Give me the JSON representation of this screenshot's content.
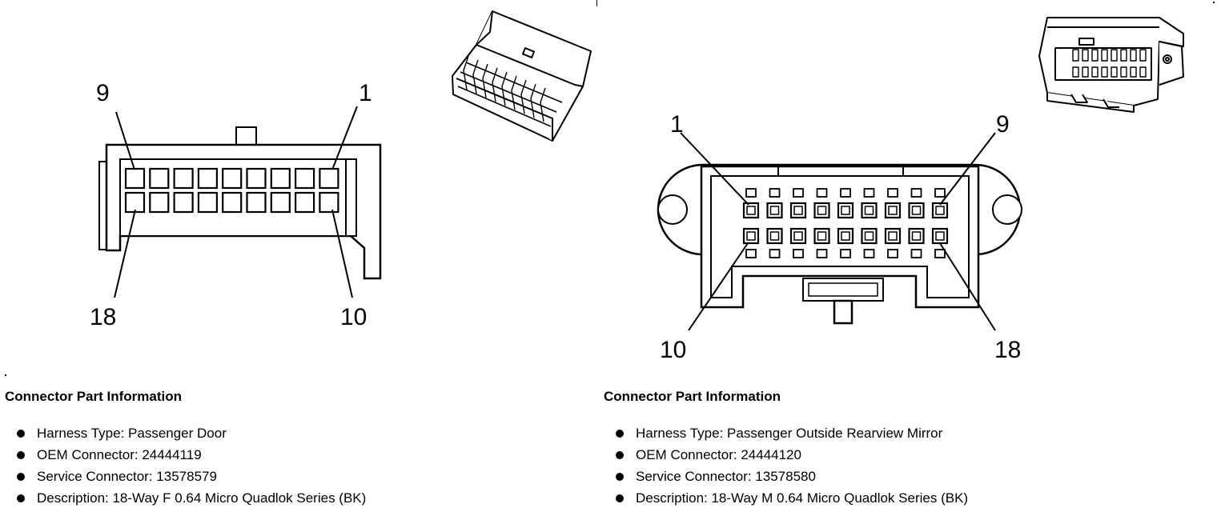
{
  "connectors": [
    {
      "pin_labels": {
        "top_left": "9",
        "top_right": "1",
        "bottom_left": "18",
        "bottom_right": "10"
      },
      "section_title": "Connector Part Information",
      "details": [
        "Harness Type: Passenger Door",
        "OEM Connector: 24444119",
        "Service Connector: 13578579",
        "Description: 18-Way F 0.64 Micro Quadlok Series (BK)"
      ]
    },
    {
      "pin_labels": {
        "top_left": "1",
        "top_right": "9",
        "bottom_left": "10",
        "bottom_right": "18"
      },
      "section_title": "Connector Part Information",
      "details": [
        "Harness Type: Passenger Outside Rearview Mirror",
        "OEM Connector: 24444120",
        "Service Connector: 13578580",
        "Description: 18-Way M 0.64 Micro Quadlok Series (BK)"
      ]
    }
  ]
}
